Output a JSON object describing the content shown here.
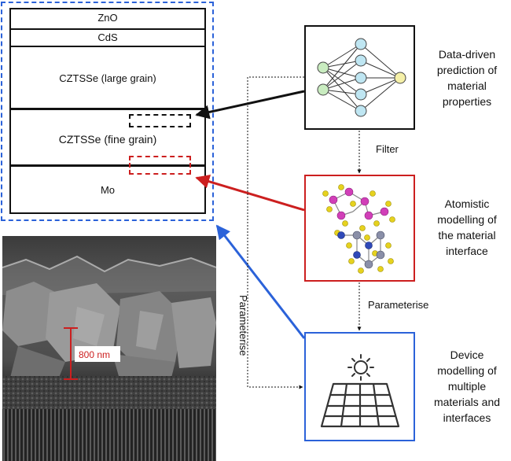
{
  "layer_stack": {
    "layers": [
      "ZnO",
      "CdS",
      "CZTSSe (large grain)",
      "CZTSSe (fine grain)",
      "Mo"
    ]
  },
  "sem_image": {
    "scale_label": "800 nm"
  },
  "steps": {
    "ml": {
      "caption": [
        "Data-driven",
        "prediction of",
        "material",
        "properties"
      ]
    },
    "atomic": {
      "caption": [
        "Atomistic",
        "modelling of",
        "the material",
        "interface"
      ]
    },
    "device": {
      "caption": [
        "Device",
        "modelling of",
        "multiple",
        "materials and",
        "interfaces"
      ]
    }
  },
  "edges": {
    "filter": "Filter",
    "parameterise_down": "Parameterise",
    "parameterise_vertical": "Parameterise"
  },
  "colors": {
    "blue": "#2b62d9",
    "red": "#cc1f1f",
    "black": "#111111",
    "node_green": "#c9ecc0",
    "node_blue": "#bfe6f2",
    "node_yellow": "#f5f0a8"
  }
}
